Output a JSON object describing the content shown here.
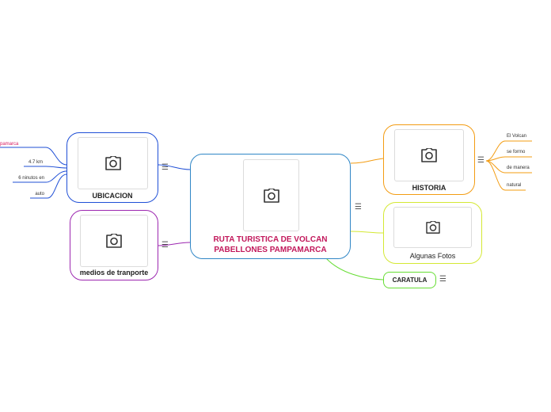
{
  "colors": {
    "center_border": "#2f86c6",
    "center_text": "#c2185b",
    "ubicacion": "#1f4fd6",
    "medios": "#9c27b0",
    "historia": "#f39c12",
    "fotos": "#d4e833",
    "caratula": "#66dd33",
    "ubicacion_first_leaf_text": "#d81b60"
  },
  "icons": {
    "image_placeholder": "camera-icon",
    "menu": "hamburger-icon"
  },
  "menu_glyph": "☰",
  "center": {
    "line1": "RUTA TURISTICA DE VOLCAN",
    "line2": "PABELLONES PAMPAMARCA"
  },
  "branches": {
    "ubicacion": {
      "label": "UBICACION",
      "leaves": [
        "pamarca",
        "4.7 km",
        "6 ninutos en",
        "auto"
      ]
    },
    "medios": {
      "label": "medios de tranporte"
    },
    "historia": {
      "label": "HISTORIA",
      "leaves": [
        "El Volcan",
        "se formo",
        "de manera",
        "natural"
      ]
    },
    "fotos": {
      "label": "Algunas Fotos"
    },
    "caratula": {
      "label": "CARATULA"
    }
  }
}
